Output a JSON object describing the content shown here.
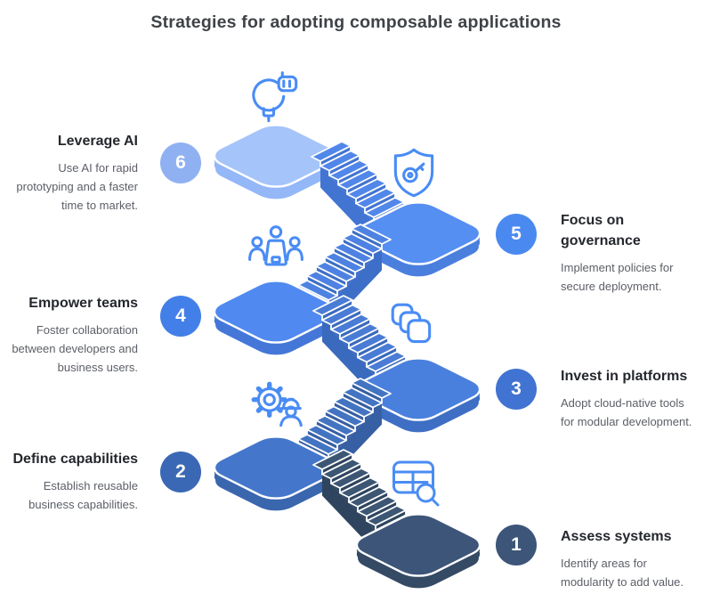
{
  "title": "Strategies for adopting composable applications",
  "steps": [
    {
      "number": "6",
      "heading": "Leverage AI",
      "body": "Use AI for rapid\nprototyping and a faster\ntime to market.",
      "icon": "ai-lightbulb-icon"
    },
    {
      "number": "5",
      "heading": "Focus on\ngovernance",
      "body": "Implement policies for\nsecure deployment.",
      "icon": "shield-key-icon"
    },
    {
      "number": "4",
      "heading": "Empower teams",
      "body": "Foster collaboration\nbetween developers and\nbusiness users.",
      "icon": "team-icon"
    },
    {
      "number": "3",
      "heading": "Invest in platforms",
      "body": "Adopt cloud-native tools\nfor modular development.",
      "icon": "stacked-squares-icon"
    },
    {
      "number": "2",
      "heading": "Define capabilities",
      "body": "Establish reusable\nbusiness capabilities.",
      "icon": "gear-engineer-icon"
    },
    {
      "number": "1",
      "heading": "Assess systems",
      "body": "Identify areas for\nmodularity to add value.",
      "icon": "table-search-icon"
    }
  ],
  "colors": {
    "accent": "#4a8cf5",
    "badges": [
      "#8fb1f2",
      "#4a8af0",
      "#437fe8",
      "#4173d2",
      "#3a68b4",
      "#3c5578"
    ],
    "platforms": [
      {
        "face": "#a5c4fa",
        "side": "#93b7f7"
      },
      {
        "face": "#568ff2",
        "side": "#4a7fde"
      },
      {
        "face": "#5089ef",
        "side": "#4477d8"
      },
      {
        "face": "#4a80dd",
        "side": "#3f6fc4"
      },
      {
        "face": "#4477cb",
        "side": "#3a66ae"
      },
      {
        "face": "#3c5578",
        "side": "#344a65"
      }
    ],
    "flights": [
      {
        "tread": "#5287ea",
        "riser": "#4274d2"
      },
      {
        "tread": "#4e82e2",
        "riser": "#3e6fc8"
      },
      {
        "tread": "#4a7cd6",
        "riser": "#3a6abd"
      },
      {
        "tread": "#4374c2",
        "riser": "#375fa4"
      },
      {
        "tread": "#3c5674",
        "riser": "#2f455f"
      }
    ]
  }
}
